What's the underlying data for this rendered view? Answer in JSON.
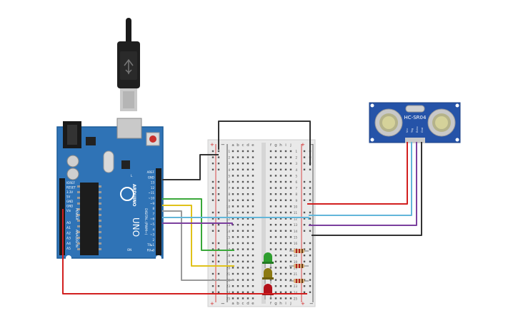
{
  "arduino": {
    "brand": "ARDUINO",
    "model": "UNO",
    "digital_header_labels": [
      "AREF",
      "GND",
      "13",
      "12",
      "~11",
      "~10",
      "~9",
      "8",
      "7",
      "~6",
      "~5",
      "4",
      "~3",
      "2",
      "TX▸1",
      "RX◂0"
    ],
    "power_header_labels": [
      "IOREF",
      "RESET",
      "3.3V",
      "5V",
      "GND",
      "GND",
      "Vin"
    ],
    "analog_header_labels": [
      "A0",
      "A1",
      "A2",
      "A3",
      "A4",
      "A5"
    ],
    "section_digital": "DIGITAL (PWM~)",
    "section_power": "POWER",
    "section_analog": "ANALOG IN",
    "tx_label": "TX",
    "rx_label": "RX",
    "l_label": "L",
    "on_label": "ON",
    "board_color": "#2f73b6",
    "board_border": "#1c5c99"
  },
  "sensor": {
    "model": "HC-SR04",
    "pin_labels": [
      "Vcc",
      "Trig",
      "Echo",
      "Gnd"
    ],
    "board_color": "#2553a8"
  },
  "breadboard": {
    "columns_left": [
      "a",
      "b",
      "c",
      "d",
      "e"
    ],
    "columns_right": [
      "f",
      "g",
      "h",
      "i",
      "j"
    ],
    "rail_plus": "+",
    "rail_minus": "−",
    "row_numbers": [
      "1",
      "2",
      "3",
      "4",
      "5",
      "6",
      "7",
      "8",
      "9",
      "10",
      "11",
      "12",
      "13",
      "14",
      "15",
      "16",
      "17",
      "18",
      "19",
      "20",
      "21",
      "22",
      "23",
      "24",
      "25"
    ]
  },
  "leds": [
    {
      "name": "green",
      "color": "#2e9e2e"
    },
    {
      "name": "yellow",
      "color": "#8c7a12"
    },
    {
      "name": "red",
      "color": "#b3111a"
    }
  ],
  "wire_colors": {
    "black": "#333333",
    "red": "#d21f1f",
    "green": "#3aa83a",
    "yellow": "#e0c21a",
    "gray": "#9a9a9a",
    "light_blue": "#63b6d9",
    "purple": "#7b3f9e"
  }
}
